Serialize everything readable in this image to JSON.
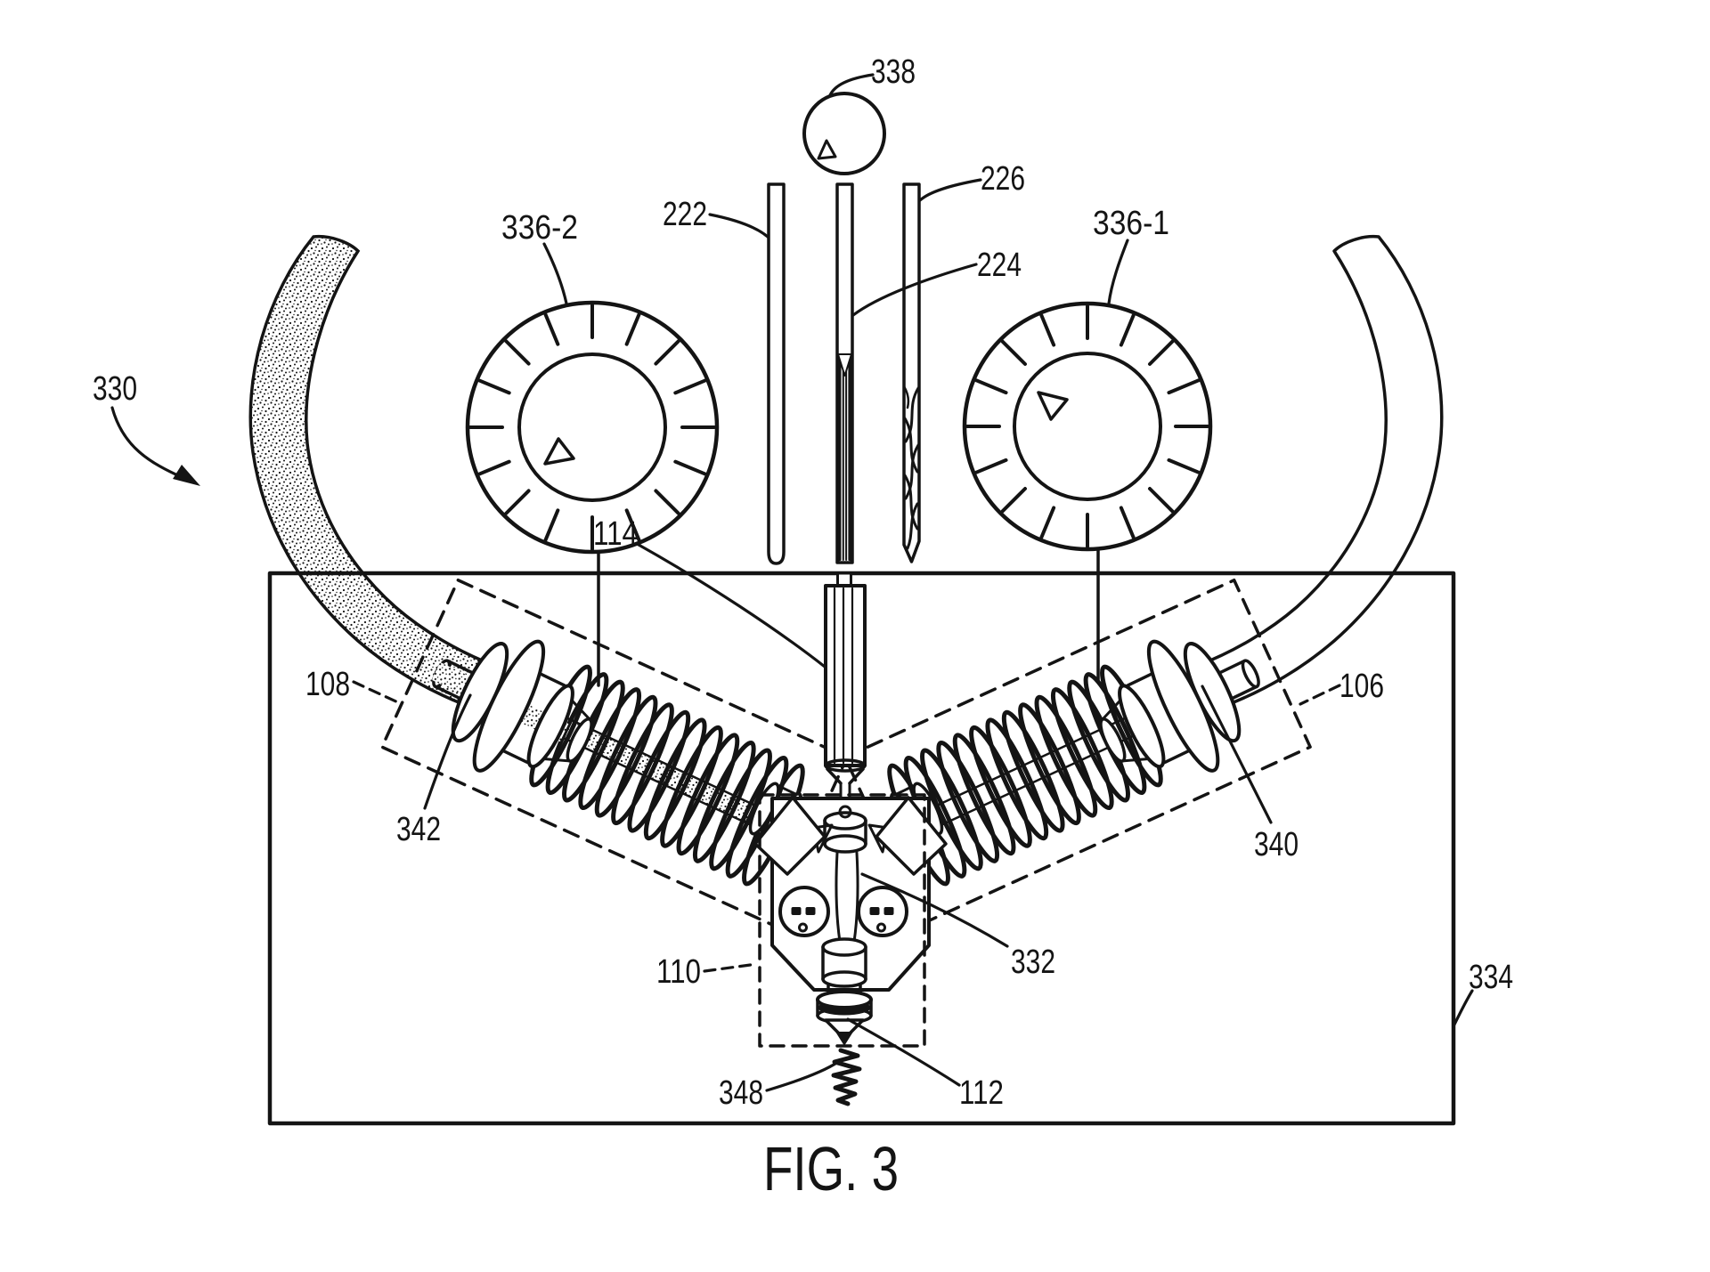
{
  "figure": {
    "type": "patent-line-drawing",
    "caption": "FIG. 3",
    "reference_labels": [
      {
        "id": "330",
        "text": "330"
      },
      {
        "id": "338",
        "text": "338"
      },
      {
        "id": "222",
        "text": "222"
      },
      {
        "id": "226",
        "text": "226"
      },
      {
        "id": "224",
        "text": "224"
      },
      {
        "id": "336-2",
        "text": "336-2"
      },
      {
        "id": "336-1",
        "text": "336-1"
      },
      {
        "id": "114",
        "text": "114"
      },
      {
        "id": "108",
        "text": "108"
      },
      {
        "id": "106",
        "text": "106"
      },
      {
        "id": "342",
        "text": "342"
      },
      {
        "id": "340",
        "text": "340"
      },
      {
        "id": "110",
        "text": "110"
      },
      {
        "id": "332",
        "text": "332"
      },
      {
        "id": "334",
        "text": "334"
      },
      {
        "id": "112",
        "text": "112"
      },
      {
        "id": "348",
        "text": "348"
      }
    ]
  },
  "colors": {
    "ink": "#141414",
    "background": "#ffffff"
  }
}
